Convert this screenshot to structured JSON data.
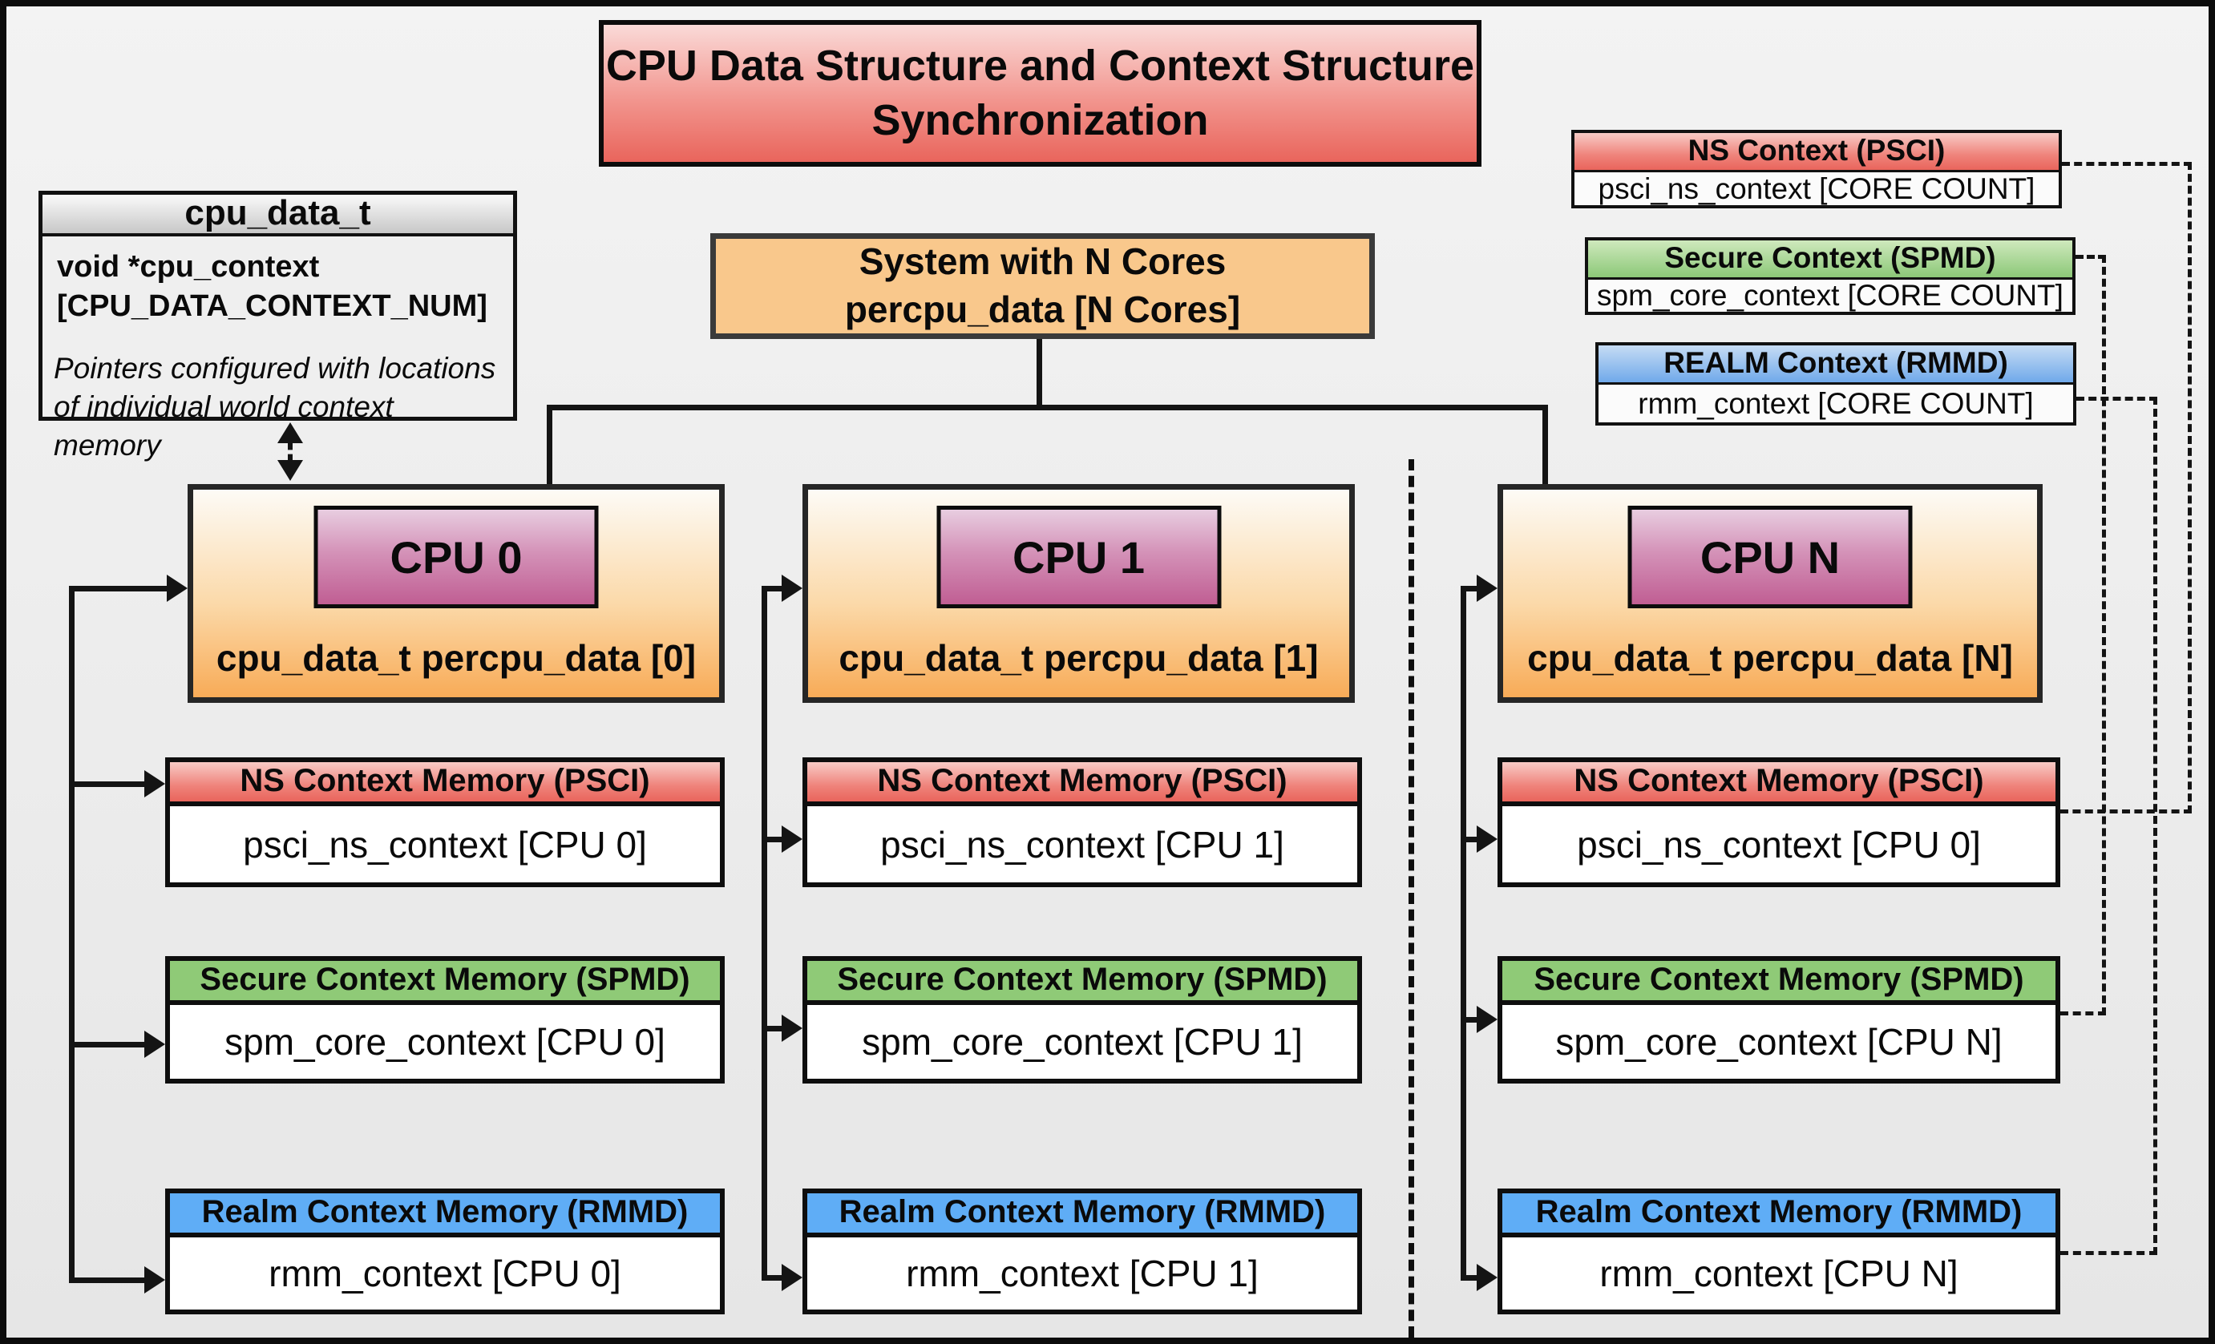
{
  "title": {
    "line1": "CPU Data Structure and Context Structure",
    "line2": "Synchronization"
  },
  "cpu_data_t_box": {
    "header": "cpu_data_t",
    "field_line1": "void *cpu_context",
    "field_line2": "[CPU_DATA_CONTEXT_NUM]",
    "note_line1": "Pointers configured with locations",
    "note_line2": "of individual world context memory"
  },
  "system_box": {
    "line1": "System with N Cores",
    "line2": "percpu_data [N Cores]"
  },
  "legends": [
    {
      "header": "NS Context  (PSCI)",
      "body": "psci_ns_context [CORE COUNT]"
    },
    {
      "header": "Secure Context (SPMD)",
      "body": "spm_core_context [CORE COUNT]"
    },
    {
      "header": "REALM Context (RMMD)",
      "body": "rmm_context [CORE COUNT]"
    }
  ],
  "cpus": [
    {
      "name": "CPU 0",
      "data_label": "cpu_data_t percpu_data [0]",
      "ns": {
        "header": "NS Context Memory (PSCI)",
        "body": "psci_ns_context [CPU 0]"
      },
      "secure": {
        "header": "Secure Context Memory (SPMD)",
        "body": "spm_core_context [CPU 0]"
      },
      "realm": {
        "header": "Realm Context Memory (RMMD)",
        "body": "rmm_context [CPU 0]"
      }
    },
    {
      "name": "CPU 1",
      "data_label": "cpu_data_t percpu_data [1]",
      "ns": {
        "header": "NS Context Memory (PSCI)",
        "body": "psci_ns_context [CPU 1]"
      },
      "secure": {
        "header": "Secure Context Memory (SPMD)",
        "body": "spm_core_context [CPU 1]"
      },
      "realm": {
        "header": "Realm Context Memory (RMMD)",
        "body": "rmm_context [CPU 1]"
      }
    },
    {
      "name": "CPU N",
      "data_label": "cpu_data_t percpu_data [N]",
      "ns": {
        "header": "NS Context Memory (PSCI)",
        "body": "psci_ns_context [CPU 0]"
      },
      "secure": {
        "header": "Secure Context Memory (SPMD)",
        "body": "spm_core_context [CPU N]"
      },
      "realm": {
        "header": "Realm Context Memory (RMMD)",
        "body": "rmm_context [CPU N]"
      }
    }
  ],
  "colors": {
    "red_header": "#e9655c",
    "green_header": "#8fca77",
    "blue_header": "#5fadf6",
    "orange_cpu": "#f8ab57",
    "pink_badge": "#c05e93",
    "system_orange": "#f9c88c"
  }
}
